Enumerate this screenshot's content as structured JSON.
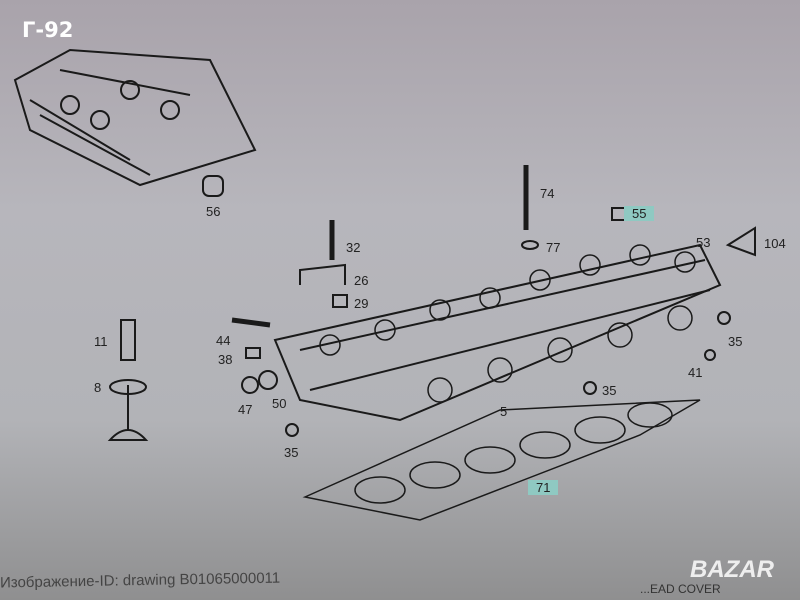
{
  "tag": "Г-92",
  "callouts": {
    "c56a": "56",
    "c74": "74",
    "c55": "55",
    "c32": "32",
    "c77": "77",
    "c53": "53",
    "c104": "104",
    "c26": "26",
    "c29": "29",
    "c11": "11",
    "c44": "44",
    "c38": "38",
    "c8": "8",
    "c47": "47",
    "c50": "50",
    "c35a": "35",
    "c35b": "35",
    "c41": "41",
    "c35c": "35",
    "c5": "5",
    "c71": "71"
  },
  "footer": {
    "image_id": "Изображение-ID: drawing  B01065000011",
    "right": "...EAD COVER"
  },
  "watermark": "BAZAR"
}
